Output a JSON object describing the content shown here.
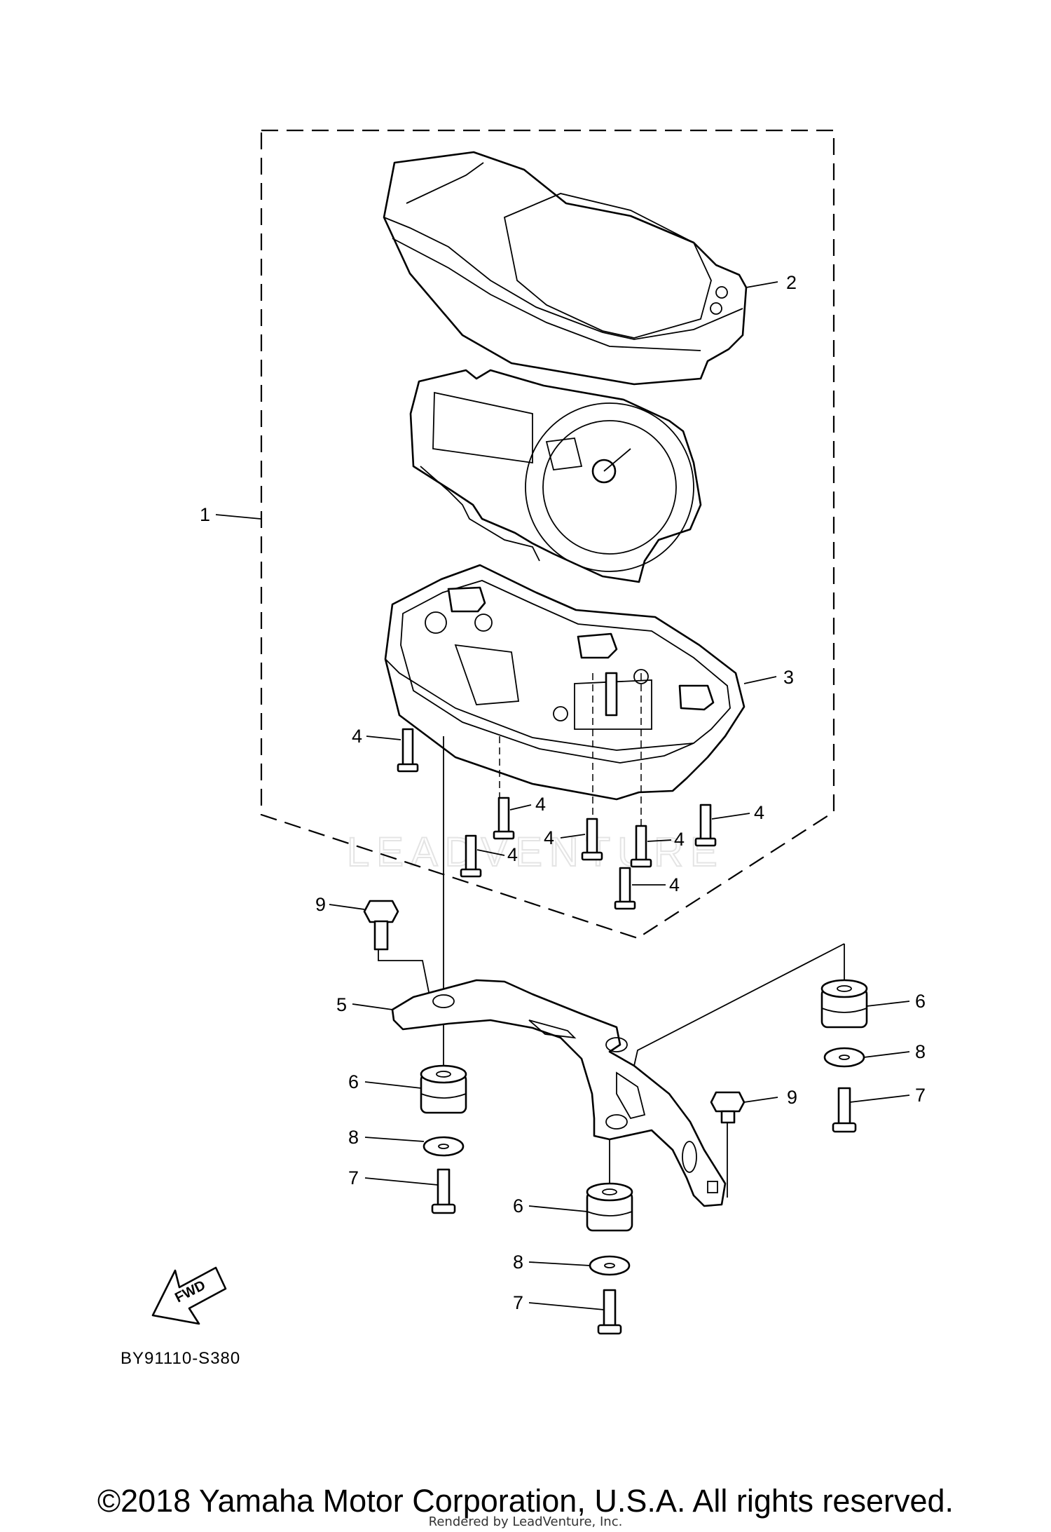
{
  "diagram": {
    "diagram_code": "BY91110-S380",
    "direction_label": "FWD",
    "watermark_text": "LEADVENTURE",
    "callouts": [
      "1",
      "2",
      "3",
      "4",
      "4",
      "4",
      "4",
      "4",
      "4",
      "4",
      "5",
      "6",
      "6",
      "6",
      "7",
      "7",
      "7",
      "8",
      "8",
      "8",
      "9",
      "9"
    ]
  },
  "footer": {
    "copyright": "©2018 Yamaha Motor Corporation, U.S.A. All rights reserved.",
    "rendered_by": "Rendered by LeadVenture, Inc."
  }
}
